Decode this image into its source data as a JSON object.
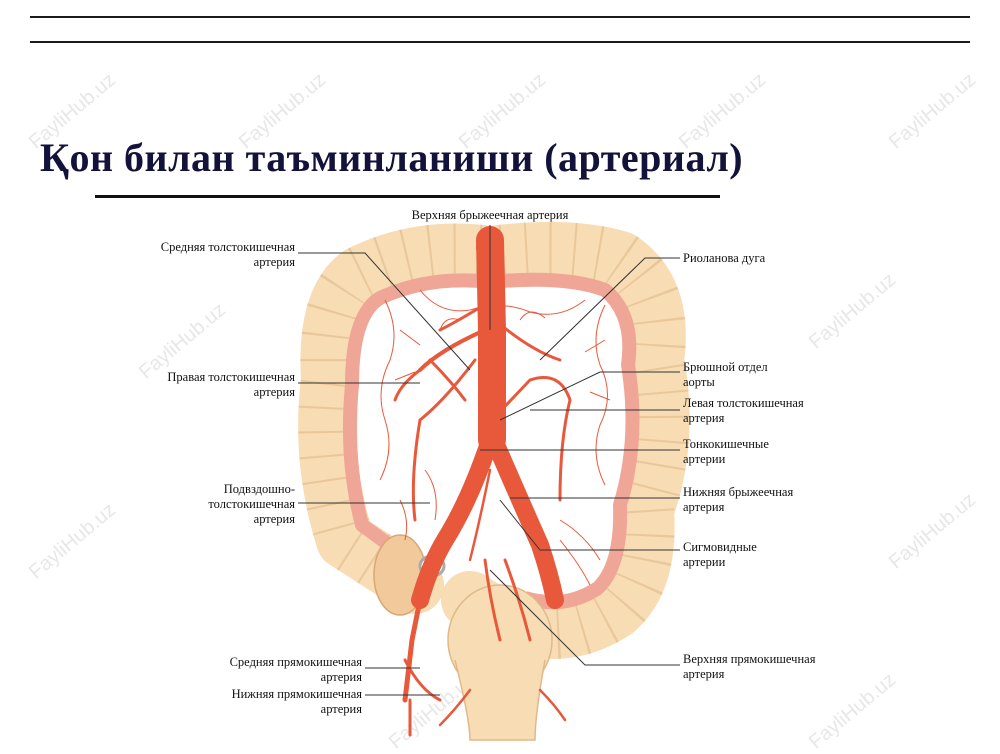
{
  "title": "Қон билан таъминланиши (артериал)",
  "watermark": "FayliHub.uz",
  "labels": {
    "superior_mesenteric": "Верхняя брыжеечная артерия",
    "middle_colic": [
      "Средняя толстокишечная",
      "артерия"
    ],
    "riolan_arc": "Риоланова дуга",
    "right_colic": [
      "Правая толстокишечная",
      "артерия"
    ],
    "abdominal_aorta": [
      "Брюшной отдел",
      "аорты"
    ],
    "left_colic": [
      "Левая толстокишечная",
      "артерия"
    ],
    "small_intestinal": [
      "Тонкокишечные",
      "артерии"
    ],
    "ileocolic": [
      "Подвздошно-",
      "толстокишечная",
      "артерия"
    ],
    "inferior_mesenteric": [
      "Нижняя брыжеечная",
      "артерия"
    ],
    "sigmoid": [
      "Сигмовидные",
      "артерии"
    ],
    "middle_rectal": [
      "Средняя прямокишечная",
      "артерия"
    ],
    "inferior_rectal": [
      "Нижняя прямокишечная",
      "артерия"
    ],
    "superior_rectal": [
      "Верхняя прямокишечная",
      "артерия"
    ]
  },
  "colors": {
    "artery": "#e8593c",
    "colon_outer": "#f7dcb4",
    "colon_inner": "#f0a696",
    "leader": "#333333",
    "title": "#12123a"
  }
}
